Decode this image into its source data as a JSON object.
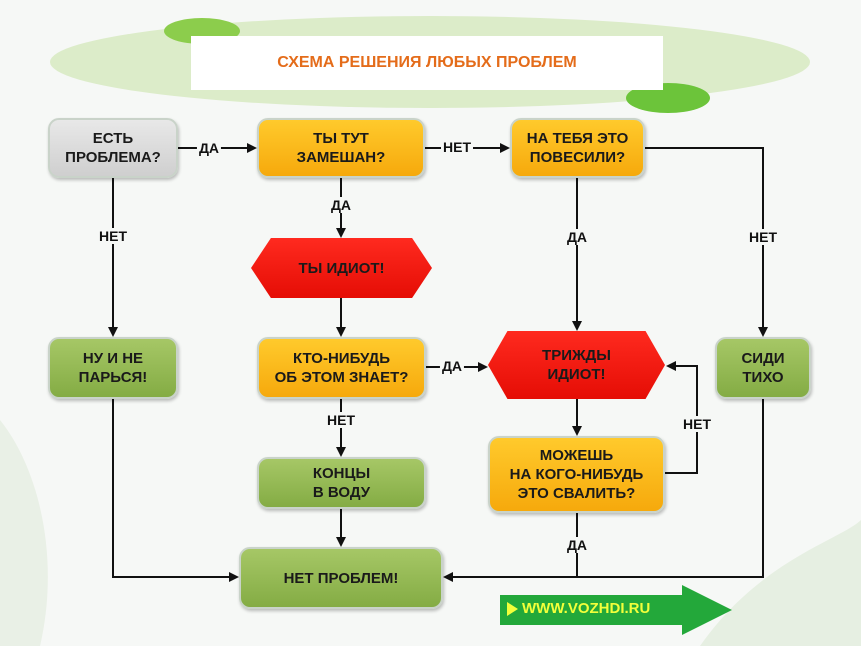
{
  "title": "СХЕМА РЕШЕНИЯ ЛЮБЫХ ПРОБЛЕМ",
  "nodes": {
    "problem": "ЕСТЬ\nПРОБЛЕМА?",
    "involved": "ТЫ ТУТ\nЗАМЕШАН?",
    "blamed": "НА ТЕБЯ ЭТО\nПОВЕСИЛИ?",
    "idiot": "ТЫ ИДИОТ!",
    "dont_worry": "НУ И НЕ\nПАРЬСЯ!",
    "anyone_knows": "КТО-НИБУДЬ\nОБ ЭТОМ ЗНАЕТ?",
    "triple_idiot": "ТРИЖДЫ\nИДИОТ!",
    "sit_quiet": "СИДИ\nТИХО",
    "ends_water": "КОНЦЫ\nВ ВОДУ",
    "shift_blame": "МОЖЕШЬ\nНА КОГО-НИБУДЬ\nЭТО СВАЛИТЬ?",
    "no_problem": "НЕТ ПРОБЛЕМ!"
  },
  "edges": {
    "problem_to_involved": "ДА",
    "problem_to_dont_worry": "НЕТ",
    "involved_to_blamed": "НЕТ",
    "involved_to_idiot": "ДА",
    "blamed_to_triple": "ДА",
    "blamed_to_sit": "НЕТ",
    "knows_to_triple": "ДА",
    "knows_to_ends": "НЕТ",
    "shift_to_triple": "НЕТ",
    "shift_to_noproblem": "ДА"
  },
  "footer_url": "WWW.VOZHDI.RU",
  "colors": {
    "gray": "#d6d6d6",
    "orange": "#fbb822",
    "green": "#93b955",
    "red": "#f01a10",
    "title_text": "#e46c1a",
    "url_arrow": "#23a83a"
  }
}
